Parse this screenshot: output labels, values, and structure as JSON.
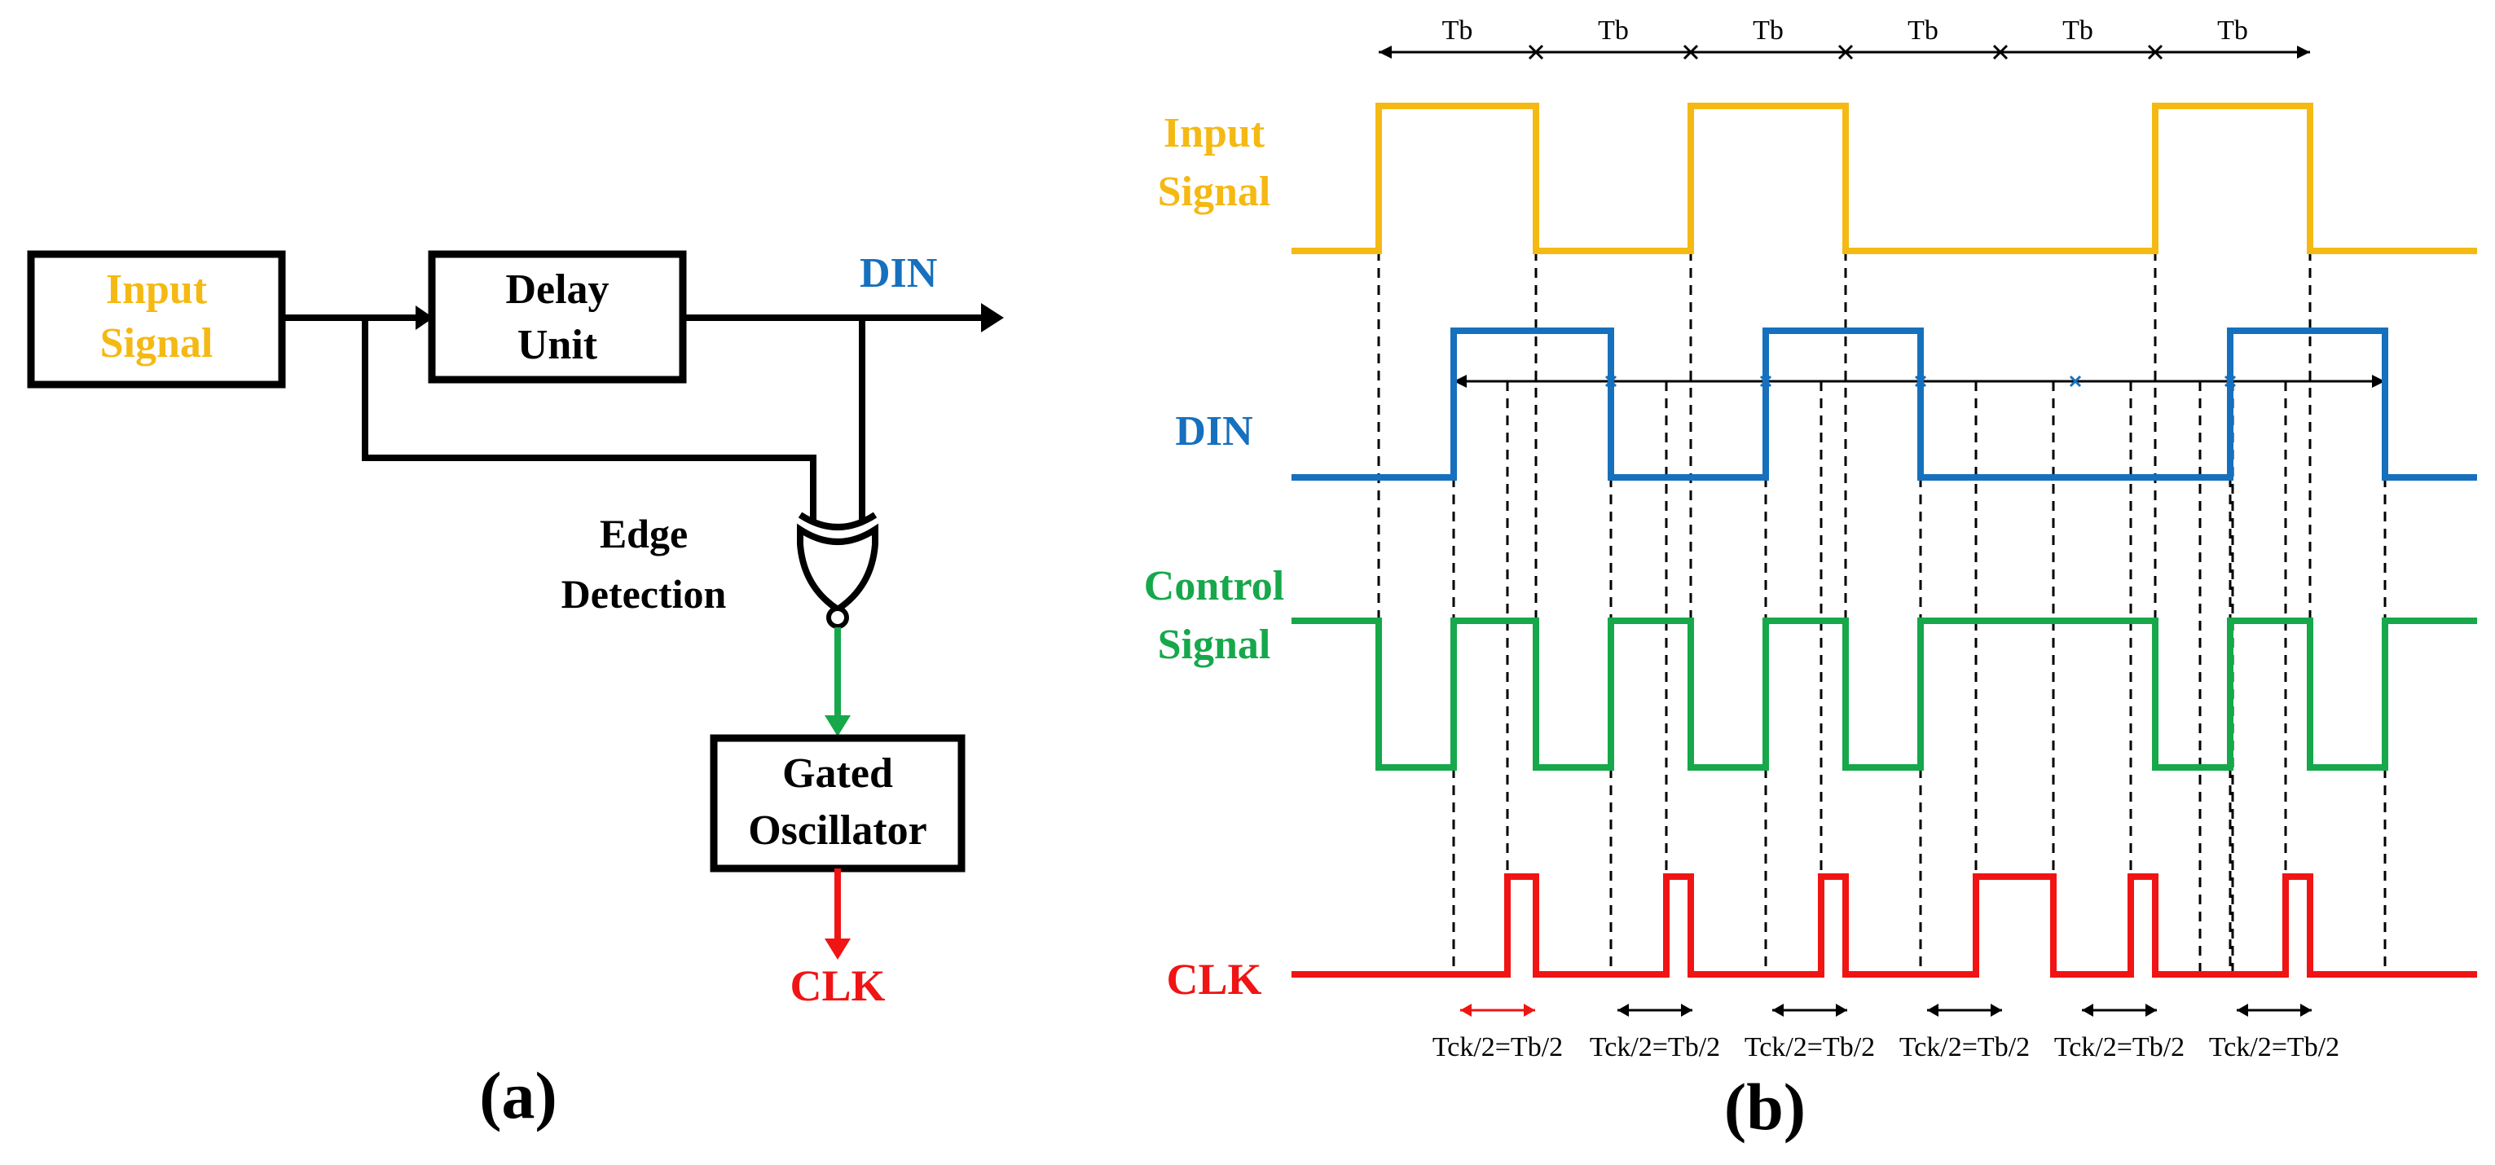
{
  "colors": {
    "input": "#F5B914",
    "din": "#1670BE",
    "control": "#16A84A",
    "clk": "#F01414",
    "black": "#000000"
  },
  "panel_a": {
    "input_label_line1": "Input",
    "input_label_line2": "Signal",
    "delay_line1": "Delay",
    "delay_line2": "Unit",
    "din_label": "DIN",
    "edge_line1": "Edge",
    "edge_line2": "Detection",
    "osc_line1": "Gated",
    "osc_line2": "Oscillator",
    "clk_label": "CLK",
    "caption": "(a)"
  },
  "panel_b": {
    "input_label_line1": "Input",
    "input_label_line2": "Signal",
    "din_label": "DIN",
    "control_label_line1": "Control",
    "control_label_line2": "Signal",
    "clk_label": "CLK",
    "tb_labels": [
      "Tb",
      "Tb",
      "Tb",
      "Tb",
      "Tb",
      "Tb"
    ],
    "tck_labels": [
      "Tck/2=Tb/2",
      "Tck/2=Tb/2",
      "Tck/2=Tb/2",
      "Tck/2=Tb/2",
      "Tck/2=Tb/2",
      "Tck/2=Tb/2"
    ],
    "caption": "(b)",
    "input_bits": [
      0,
      1,
      0,
      1,
      0,
      0,
      1,
      0
    ],
    "din_bits": [
      0,
      1,
      0,
      1,
      0,
      0,
      1,
      0
    ],
    "control_bits": [
      1,
      0,
      1,
      0,
      1,
      0,
      1,
      0,
      1,
      0,
      1,
      0,
      1
    ],
    "clk_pulses": 6
  }
}
